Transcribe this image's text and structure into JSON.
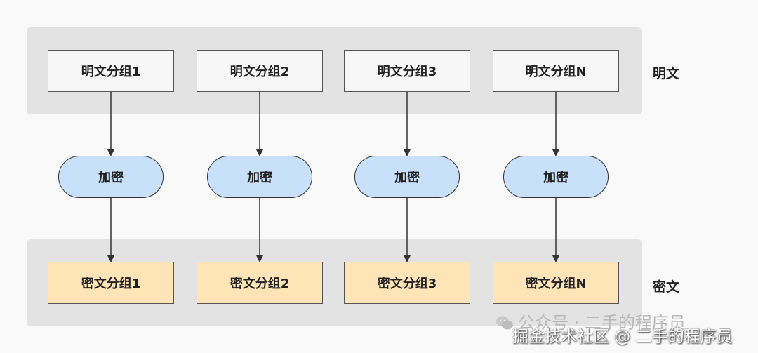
{
  "plaintext_blocks": [
    "明文分组1",
    "明文分组2",
    "明文分组3",
    "明文分组N"
  ],
  "encrypt_steps": [
    "加密",
    "加密",
    "加密",
    "加密"
  ],
  "ciphertext_blocks": [
    "密文分组1",
    "密文分组2",
    "密文分组3",
    "密文分组N"
  ],
  "row_labels": {
    "plaintext": "明文",
    "ciphertext": "密文"
  },
  "watermark": {
    "line1": "公众号 · 二手的程序员",
    "line2": "掘金技术社区 @ 二手的程序员",
    "icon": "wechat-icon"
  },
  "colors": {
    "band": "#e3e3e3",
    "plain_box": "#f7f7f7",
    "cipher_box": "#ffe4b8",
    "encrypt_node": "#c8e0fa"
  }
}
